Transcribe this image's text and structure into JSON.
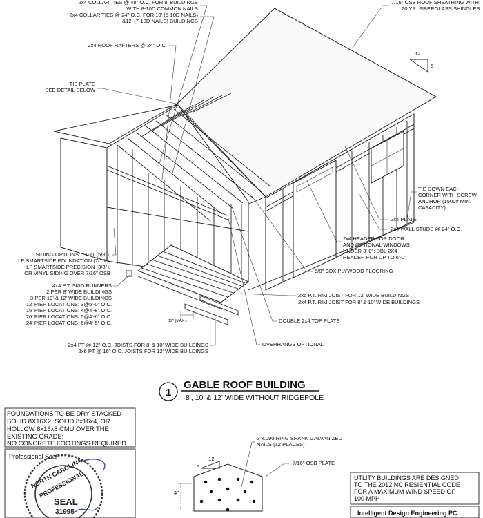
{
  "labels": {
    "collar_8": [
      "2x4 COLLAR TIES @ 48\" O.C. FOR 8' BUILDINGS",
      "WITH 8-10D COMMON NAILS"
    ],
    "collar_10": [
      "2x4 COLLAR TIES @ 24\" O.C. FOR 10' (5-10D NAILS)",
      "&12' (7-10D NAILS) BUILDINGS"
    ],
    "rafters": "2x4 ROOF RAFTERS @ 24\" O.C.",
    "tie_plate": [
      "TIE PLATE",
      "SEE DETAIL BELOW"
    ],
    "osb": [
      "7/16\" OSB ROOF SHEATHING WITH",
      "20 YR. FIBERGLASS SHINGLES"
    ],
    "pitch_run": "12",
    "pitch_rise": "5",
    "tie_down": [
      "TIE DOWN EACH",
      "CORNER WITH SCREW",
      "ANCHOR (1500# MIN.",
      "CAPACITY)"
    ],
    "plate": "2x4 PLATE",
    "studs": "2x4 WALL STUDS @ 24\" O.C.",
    "header": [
      "2x4 HEADER FOR DOOR",
      "AND OPTIONAL WINDOWS",
      "UNDER 3'-0\"; DBL 2X4",
      "HEADER FOR UP TO 6'-0\""
    ],
    "flooring": "5/8\" CDX PLYWOOD FLOORING",
    "siding": [
      "SIDING OPTIONS: T1-11 (5/8\"),",
      "LP SMARTSIDE FOUNDATION (7/16\"),",
      "LP SMARTSIDE PRECISION (3/8\"),",
      "OR VINYL SIDING OVER 7/16\" OSB"
    ],
    "skids": [
      "4x4 P.T. SKID RUNNERS",
      "2 PER 8' WIDE BUILDINGS",
      "3 PER 10' & 12' WIDE BUILDINGS",
      "12' PIER LOCATIONS: 3@5'-0\" O.C.",
      "16' PIER LOCATIONS: 4@4'-8\" O.C.",
      "20' PIER LOCATIONS: 5@4'-6\" O.C.",
      "24' PIER LOCATIONS: 6@4'-5\" O.C."
    ],
    "rim": [
      "2x6 P.T. RIM JOIST FOR 12' WIDE BUILDINGS",
      "2x4 P.T. RIM JOIST FOR 8' & 10' WIDE BUILDINGS"
    ],
    "max": "12\" (MAX.)",
    "top_plate": "DOUBLE 2x4 TOP PLATE",
    "overhangs": "OVERHANGS OPTIONAL",
    "joists": [
      "2x4 PT @ 12\" O.C. JOISTS FOR 8' & 10' WIDE BUILDINGS",
      "2x6 PT @ 16\" O.C. JOISTS FOR 12' WIDE BUILDINGS"
    ]
  },
  "title": {
    "number": "1",
    "main": "GABLE ROOF BUILDING",
    "sub": "8', 10' & 12' WIDE WITHOUT RIDGEPOLE"
  },
  "foundation_note": [
    "FOUNDATIONS TO BE DRY-STACKED",
    "SOLID 8X16X2, SOLID 8x16x4, OR",
    "HOLLOW  8x16x8 CMU OVER THE",
    "EXISTING GRADE;",
    "NO CONCRETE FOOTINGS REQUIRED"
  ],
  "seal": {
    "heading": "Professional Seal",
    "ring_top": "NORTH CAROLINA",
    "ring_mid": "PROFESSIONAL",
    "word": "SEAL",
    "number": "31995"
  },
  "detail": {
    "nails": [
      "2\"x.090 RING SHANK GALVANIZED",
      "NAILS (12 PLACES)"
    ],
    "osb_plate": "7/16\" OSB PLATE",
    "pitch_run": "12",
    "pitch_rise": "5",
    "dim": "4\""
  },
  "design_note": [
    "UTLITY BUILDINGS ARE DESIGNED",
    "TO THE 2012 NC RESIENTIAL CODE",
    "FOR A MAXIMUM WIND SPEED OF",
    "100 MPH"
  ],
  "firm": "Intelligent Design Engineering PC"
}
